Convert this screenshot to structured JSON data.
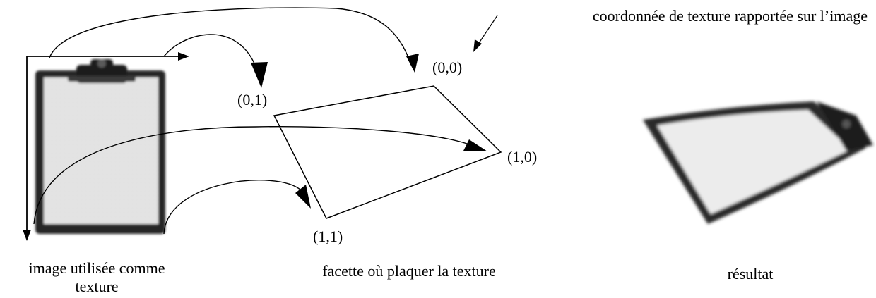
{
  "annotation": "coordonnée de texture rapportée sur l’image",
  "corner_labels": {
    "top_left": "(0,0)",
    "top_right": "(0,1)",
    "bottom_left": "(1,0)",
    "bottom_right": "(1,1)"
  },
  "captions": {
    "texture_line1": "image utilisée comme",
    "texture_line2": "texture",
    "facet": "facette où plaquer la texture",
    "result": "résultat"
  },
  "colors": {
    "ink": "#000000",
    "board": "#2a2a2a",
    "paper": "#e2e2e2",
    "paper_result": "#eeeeee"
  }
}
